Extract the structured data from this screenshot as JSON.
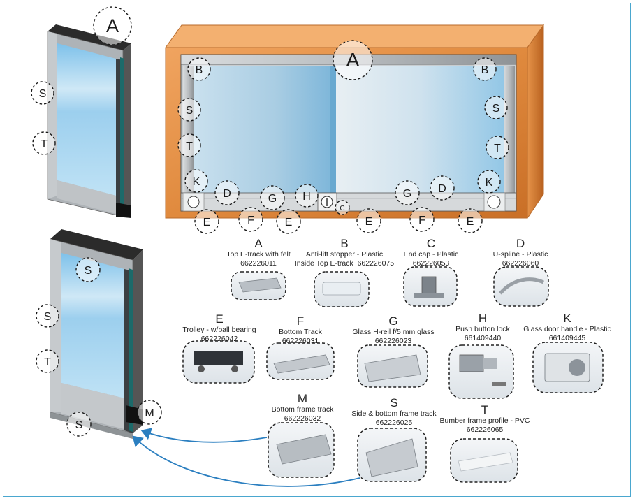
{
  "cabinet_callouts": {
    "top": "A",
    "b_left": "B",
    "b_right": "B",
    "s_left": "S",
    "s_right": "S",
    "t_left": "T",
    "t_right": "T",
    "k_left": "K",
    "k_right": "K",
    "d_left": "D",
    "d_right": "D",
    "g_left": "G",
    "g_right": "G",
    "h": "H",
    "c": "C",
    "e1": "E",
    "e2": "E",
    "e3": "E",
    "e4": "E",
    "f1": "F",
    "f2": "F"
  },
  "door_top_callouts": {
    "a": "A",
    "s": "S",
    "t": "T"
  },
  "door_bottom_callouts": {
    "s_top": "S",
    "s_left": "S",
    "t": "T",
    "s_bottom": "S",
    "m": "M"
  },
  "parts": [
    {
      "letter": "A",
      "name": "Top E-track with felt",
      "code": "662226011"
    },
    {
      "letter": "B",
      "name": "Anti-lift stopper - Plastic",
      "name2": "Inside Top E-track",
      "code": "662226075"
    },
    {
      "letter": "C",
      "name": "End cap - Plastic",
      "code": "662226053"
    },
    {
      "letter": "D",
      "name": "U-spline - Plastic",
      "code": "662226060"
    },
    {
      "letter": "E",
      "name": "Trolley - w/ball bearing",
      "code": "662226042"
    },
    {
      "letter": "F",
      "name": "Bottom Track",
      "code": "662226031"
    },
    {
      "letter": "G",
      "name": "Glass H-reil f/5 mm glass",
      "code": "662226023"
    },
    {
      "letter": "H",
      "name": "Push button lock",
      "code": "661409440"
    },
    {
      "letter": "K",
      "name": "Glass door handle - Plastic",
      "code": "661409445"
    },
    {
      "letter": "M",
      "name": "Bottom frame track",
      "code": "662226032"
    },
    {
      "letter": "S",
      "name": "Side & bottom frame track",
      "code": "662226025"
    },
    {
      "letter": "T",
      "name": "Bumber frame profile - PVC",
      "code": "662226065"
    }
  ]
}
